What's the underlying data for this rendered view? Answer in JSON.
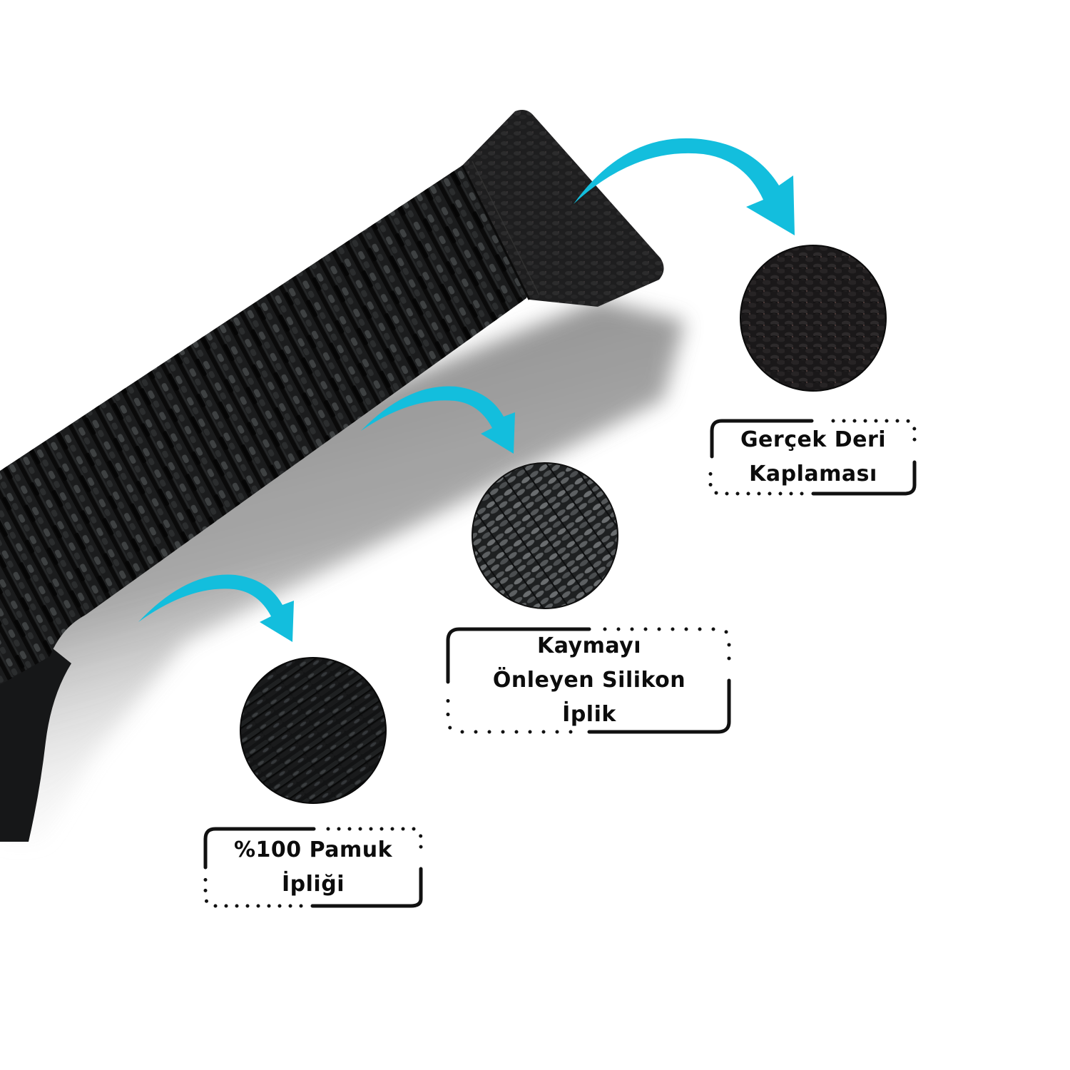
{
  "colors": {
    "accent_arrow": "#13BEDD",
    "strap_dark": "#1b1c1d",
    "strap_weave_light": "#3e4142",
    "strap_gap": "#050505",
    "leather_tip": "#1e1e1f",
    "label_text": "#0c0c0c",
    "frame_line": "#111111",
    "background": "#ffffff"
  },
  "product": {
    "name": "woven-nylon-watch-strap",
    "color": "black"
  },
  "callouts": [
    {
      "id": "leather",
      "icon": "curved-arrow-icon",
      "texture": "leather-grain",
      "lines": [
        "Gerçek Deri",
        "Kaplaması"
      ]
    },
    {
      "id": "silicone",
      "icon": "curved-arrow-icon",
      "texture": "silicone-weave",
      "lines": [
        "Kaymayı",
        "Önleyen Silikon",
        "İplik"
      ]
    },
    {
      "id": "cotton",
      "icon": "curved-arrow-icon",
      "texture": "cotton-weave",
      "lines": [
        "%100 Pamuk",
        "İpliği"
      ]
    }
  ]
}
